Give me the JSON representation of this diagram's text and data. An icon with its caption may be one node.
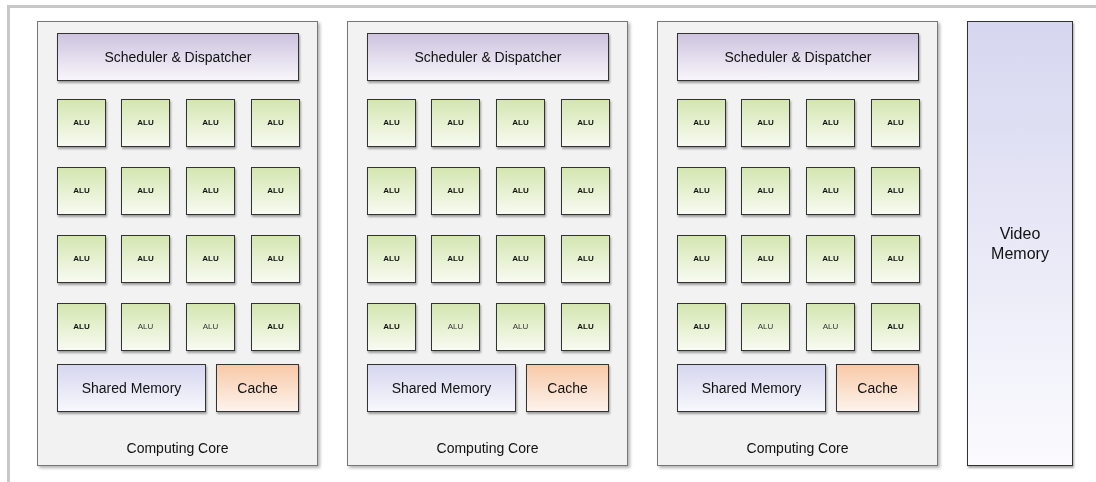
{
  "diagram": {
    "nodes": [
      {
        "text": [
          "Computing Core"
        ]
      },
      {
        "text": [
          "Scheduler & Dispatcher"
        ],
        "in": 0
      },
      {
        "text": [
          "ALU"
        ],
        "in": 0
      },
      {
        "text": [
          "ALU"
        ],
        "in": 0
      },
      {
        "text": [
          "ALU"
        ],
        "in": 0
      },
      {
        "text": [
          "ALU"
        ],
        "in": 0
      },
      {
        "text": [
          "ALU"
        ],
        "in": 0
      },
      {
        "text": [
          "ALU"
        ],
        "in": 0
      },
      {
        "text": [
          "ALU"
        ],
        "in": 0
      },
      {
        "text": [
          "ALU"
        ],
        "in": 0
      },
      {
        "text": [
          "ALU"
        ],
        "in": 0
      },
      {
        "text": [
          "ALU"
        ],
        "in": 0
      },
      {
        "text": [
          "ALU"
        ],
        "in": 0
      },
      {
        "text": [
          "ALU"
        ],
        "in": 0
      },
      {
        "text": [
          "ALU"
        ],
        "in": 0
      },
      {
        "text": [
          "ALU"
        ],
        "in": 0
      },
      {
        "text": [
          "ALU"
        ],
        "in": 0
      },
      {
        "text": [
          "ALU"
        ],
        "in": 0
      },
      {
        "text": [
          "Shared Memory"
        ],
        "in": 0
      },
      {
        "text": [
          "Cache"
        ],
        "in": 0
      },
      {
        "text": [
          "Computing Core"
        ]
      },
      {
        "text": [
          "Scheduler & Dispatcher"
        ],
        "in": 20
      },
      {
        "text": [
          "ALU"
        ],
        "in": 20
      },
      {
        "text": [
          "ALU"
        ],
        "in": 20
      },
      {
        "text": [
          "ALU"
        ],
        "in": 20
      },
      {
        "text": [
          "ALU"
        ],
        "in": 20
      },
      {
        "text": [
          "ALU"
        ],
        "in": 20
      },
      {
        "text": [
          "ALU"
        ],
        "in": 20
      },
      {
        "text": [
          "ALU"
        ],
        "in": 20
      },
      {
        "text": [
          "ALU"
        ],
        "in": 20
      },
      {
        "text": [
          "ALU"
        ],
        "in": 20
      },
      {
        "text": [
          "ALU"
        ],
        "in": 20
      },
      {
        "text": [
          "ALU"
        ],
        "in": 20
      },
      {
        "text": [
          "ALU"
        ],
        "in": 20
      },
      {
        "text": [
          "ALU"
        ],
        "in": 20
      },
      {
        "text": [
          "ALU"
        ],
        "in": 20
      },
      {
        "text": [
          "ALU"
        ],
        "in": 20
      },
      {
        "text": [
          "ALU"
        ],
        "in": 20
      },
      {
        "text": [
          "Shared Memory"
        ],
        "in": 20
      },
      {
        "text": [
          "Cache"
        ],
        "in": 20
      },
      {
        "text": [
          "Computing Core"
        ]
      },
      {
        "text": [
          "Scheduler & Dispatcher"
        ],
        "in": 40
      },
      {
        "text": [
          "ALU"
        ],
        "in": 40
      },
      {
        "text": [
          "ALU"
        ],
        "in": 40
      },
      {
        "text": [
          "ALU"
        ],
        "in": 40
      },
      {
        "text": [
          "ALU"
        ],
        "in": 40
      },
      {
        "text": [
          "ALU"
        ],
        "in": 40
      },
      {
        "text": [
          "ALU"
        ],
        "in": 40
      },
      {
        "text": [
          "ALU"
        ],
        "in": 40
      },
      {
        "text": [
          "ALU"
        ],
        "in": 40
      },
      {
        "text": [
          "ALU"
        ],
        "in": 40
      },
      {
        "text": [
          "ALU"
        ],
        "in": 40
      },
      {
        "text": [
          "ALU"
        ],
        "in": 40
      },
      {
        "text": [
          "ALU"
        ],
        "in": 40
      },
      {
        "text": [
          "ALU"
        ],
        "in": 40
      },
      {
        "text": [
          "ALU"
        ],
        "in": 40
      },
      {
        "text": [
          "ALU"
        ],
        "in": 40
      },
      {
        "text": [
          "ALU"
        ],
        "in": 40
      },
      {
        "text": [
          "Shared Memory"
        ],
        "in": 40
      },
      {
        "text": [
          "Cache"
        ],
        "in": 40
      },
      {
        "text": [
          "Video Memory"
        ]
      }
    ]
  }
}
